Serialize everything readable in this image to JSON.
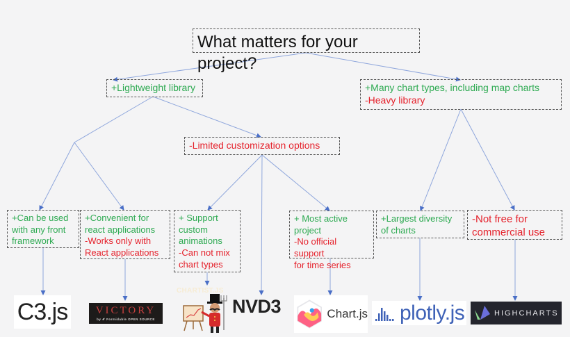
{
  "diagram": {
    "root": {
      "text": "What matters for your project?"
    },
    "lightweight": {
      "pros": [
        "+Lightweight library"
      ]
    },
    "many_types": {
      "pros": [
        "+Many chart types, including map charts"
      ],
      "cons": [
        "-Heavy library"
      ]
    },
    "limited": {
      "cons": [
        "-Limited customization options"
      ]
    },
    "leaves": {
      "c3": {
        "pros": [
          "+Can be used",
          "with any front",
          "framework"
        ]
      },
      "victory": {
        "pros": [
          "+Convenient for",
          "react applications"
        ],
        "cons": [
          "-Works only with",
          "React applications"
        ]
      },
      "chartist": {
        "pros": [
          "+ Support",
          "custom",
          "animations"
        ],
        "cons": [
          "-Can not mix",
          "chart types"
        ]
      },
      "chartjs": {
        "pros": [
          "+ Most active",
          "project"
        ],
        "cons": [
          "-No official support",
          "for time series"
        ]
      },
      "plotly": {
        "pros": [
          "+Largest diversity",
          "of charts"
        ]
      },
      "highcharts": {
        "cons": [
          "-Not free for",
          "commercial use"
        ]
      }
    },
    "logos": {
      "c3": "C3.js",
      "victory_main": "VICTORY",
      "victory_sub": "by ✐ Formidable OPEN SOURCE",
      "chartist": "CHARTIST.JS",
      "nvd3": "NVD3",
      "chartjs": "Chart.js",
      "plotly": "plotly.js",
      "highcharts": "HIGHCHARTS"
    },
    "colors": {
      "positive": "#2eaa52",
      "negative": "#e5212b",
      "edge": "#7d9ad6",
      "arrowhead": "#4a6fc7",
      "background": "#f4f4f5"
    }
  }
}
